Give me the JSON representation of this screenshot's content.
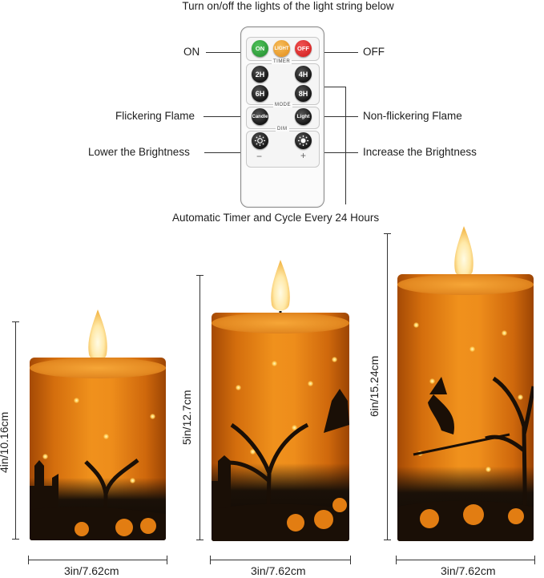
{
  "header": {
    "title": "Turn on/off the lights of the light string below"
  },
  "remote": {
    "on": "ON",
    "light": "LIGHT",
    "off": "OFF",
    "timer_label": "TIMER",
    "timer_2h": "2H",
    "timer_4h": "4H",
    "timer_6h": "6H",
    "timer_8h": "8H",
    "mode_label": "MODE",
    "candle": "Candle",
    "light_mode": "Light",
    "dim_label": "DIM",
    "minus": "−",
    "plus": "+",
    "colors": {
      "on": "#2e9b3a",
      "light": "#e89a2c",
      "off": "#d82a2a"
    }
  },
  "callouts": {
    "on": "ON",
    "off": "OFF",
    "flicker": "Flickering Flame",
    "non_flicker": "Non-flickering Flame",
    "lower": "Lower the Brightness",
    "increase": "Increase the Brightness",
    "timer": "Automatic Timer and Cycle Every 24 Hours"
  },
  "candles": [
    {
      "height": "4in/10.16cm",
      "width": "3in/7.62cm"
    },
    {
      "height": "5in/12.7cm",
      "width": "3in/7.62cm"
    },
    {
      "height": "6in/15.24cm",
      "width": "3in/7.62cm"
    }
  ]
}
